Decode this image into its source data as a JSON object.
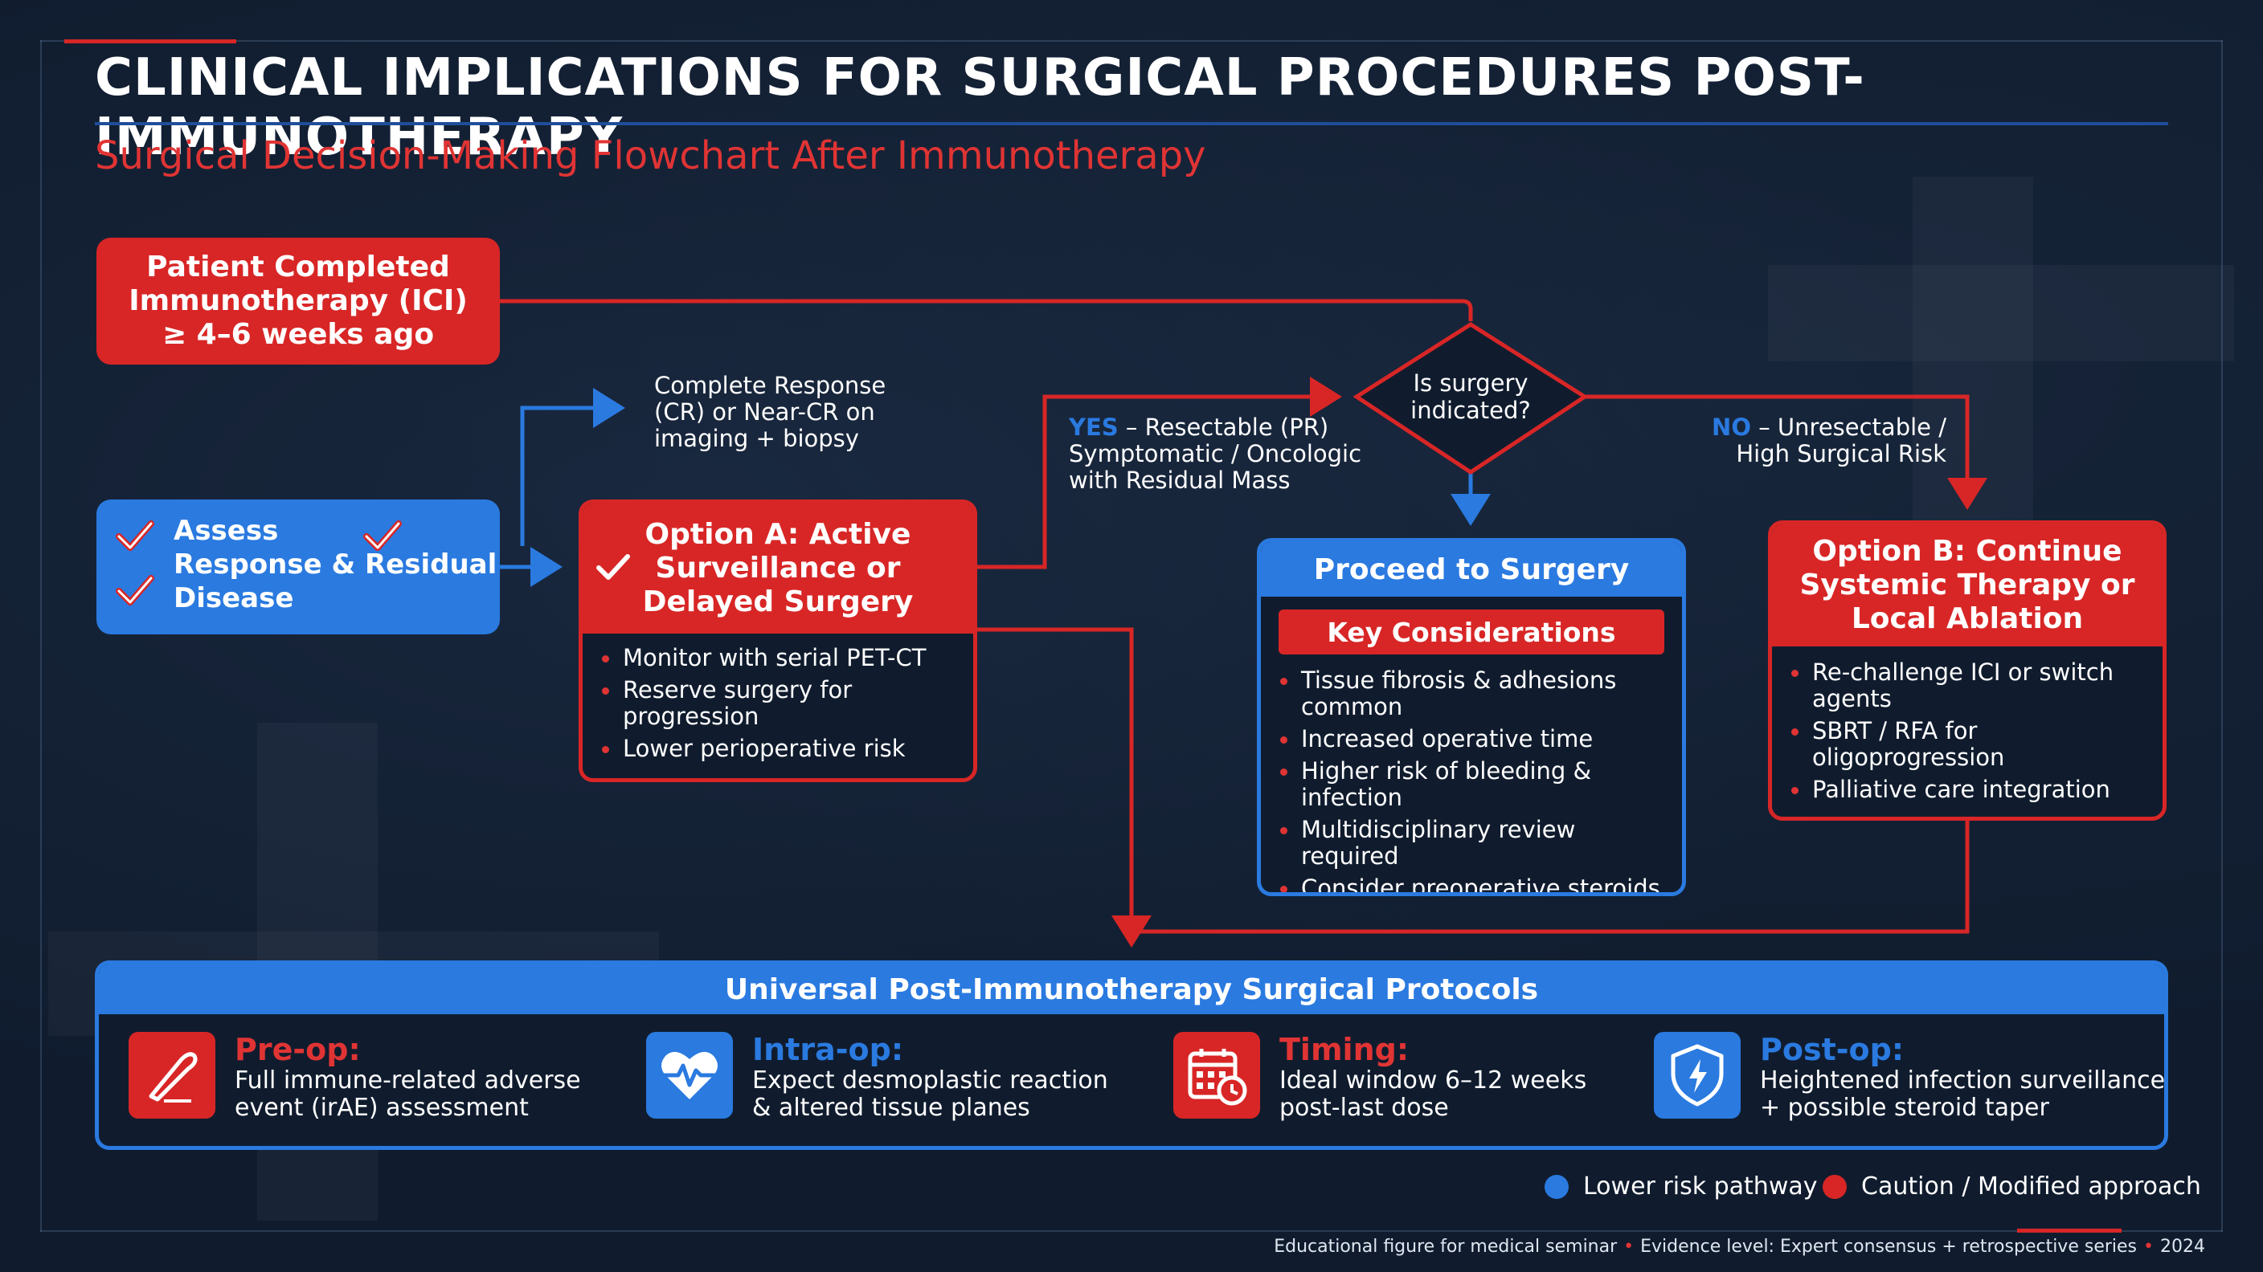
{
  "title": "CLINICAL IMPLICATIONS FOR SURGICAL PROCEDURES POST-IMMUNOTHERAPY",
  "subtitle": "Surgical Decision-Making Flowchart After Immunotherapy",
  "colors": {
    "red": "#d82626",
    "blue": "#2a7ae0",
    "background": "#101c2e"
  },
  "start": {
    "line1": "Patient Completed",
    "line2": "Immunotherapy (ICI)",
    "line3": "≥ 4–6 weeks ago"
  },
  "assess": {
    "line1": "Assess",
    "line2": "Response & Residual",
    "line3": "Disease",
    "icon": "checkmark-icon"
  },
  "cr_label": {
    "line1": "Complete Response",
    "line2": "(CR) or Near-CR on",
    "line3": "imaging + biopsy"
  },
  "option_a": {
    "title_line1": "Option A: Active",
    "title_line2": "Surveillance or",
    "title_line3": "Delayed Surgery",
    "bullets": [
      "Monitor with serial PET-CT",
      "Reserve surgery for progression",
      "Lower perioperative risk"
    ]
  },
  "decision": {
    "line1": "Is surgery",
    "line2": "indicated?"
  },
  "yes_label": {
    "keyword": "YES",
    "line1": " – Resectable (PR)",
    "line2": "Symptomatic / Oncologic",
    "line3": "with Residual Mass"
  },
  "no_label": {
    "keyword": "NO",
    "line1": " – Unresectable /",
    "line2": "High Surgical Risk"
  },
  "surgery": {
    "title": "Proceed to Surgery",
    "key_title": "Key Considerations",
    "bullets": [
      "Tissue fibrosis & adhesions common",
      "Increased operative time",
      "Higher risk of bleeding & infection",
      "Multidisciplinary review required",
      "Consider preoperative steroids if pneumonitis history"
    ]
  },
  "option_b": {
    "title_line1": "Option B: Continue",
    "title_line2": "Systemic Therapy or",
    "title_line3": "Local Ablation",
    "bullets": [
      "Re-challenge ICI or switch agents",
      "SBRT / RFA for oligoprogression",
      "Palliative care integration"
    ]
  },
  "protocols": {
    "title": "Universal Post-Immunotherapy Surgical Protocols",
    "items": [
      {
        "head": "Pre-op:",
        "line1": "Full immune-related adverse",
        "line2": "event (irAE) assessment",
        "icon": "scalpel-icon"
      },
      {
        "head": "Intra-op:",
        "line1": "Expect desmoplastic reaction",
        "line2": "& altered tissue planes",
        "icon": "heartbeat-icon"
      },
      {
        "head": "Timing:",
        "line1": "Ideal window 6–12 weeks",
        "line2": "post-last dose",
        "icon": "calendar-clock-icon"
      },
      {
        "head": "Post-op:",
        "line1": "Heightened infection surveillance",
        "line2": "+ possible steroid taper",
        "icon": "shield-bolt-icon"
      }
    ]
  },
  "legend": {
    "blue": "Lower risk pathway",
    "red": "Caution / Modified approach"
  },
  "footer": {
    "part1": "Educational figure for medical seminar",
    "part2": "Evidence level: Expert consensus + retrospective series",
    "part3": "2024"
  }
}
